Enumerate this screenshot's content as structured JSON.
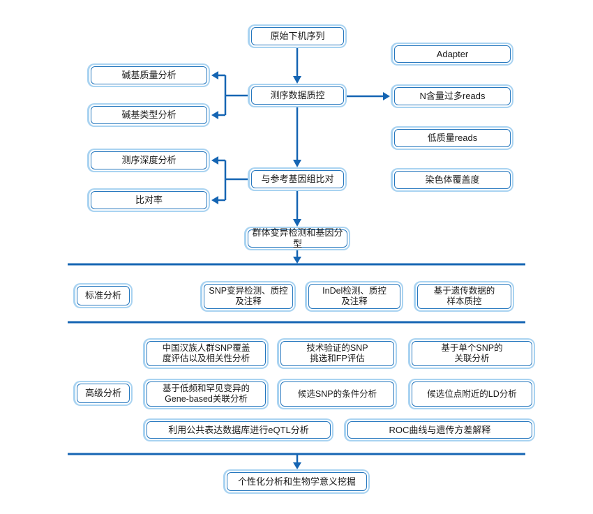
{
  "palette": {
    "line_blue": "#1565b3",
    "box_inner_border": "#2577be",
    "box_outer_border": "#a9d3f1",
    "text": "#1a1a1a"
  },
  "flow": {
    "top": {
      "raw_sequence": "原始下机序列",
      "adapter": "Adapter",
      "base_quality": "碱基质量分析",
      "sequencing_qc": "测序数据质控",
      "n_reads": "N含量过多reads",
      "base_type": "碱基类型分析",
      "low_quality_reads": "低质量reads",
      "depth_analysis": "测序深度分析",
      "align_reference": "与参考基因组比对",
      "chromosome_coverage": "染色体覆盖度",
      "mapping_rate": "比对率",
      "variant_genotyping": "群体变异检测和基因分型"
    },
    "standard": {
      "label": "标准分析",
      "items": [
        "SNP变异检测、质控\n及注释",
        "InDel检测、质控\n及注释",
        "基于遗传数据的\n样本质控"
      ]
    },
    "advanced": {
      "label": "高级分析",
      "items": [
        "中国汉族人群SNP覆盖\n度评估以及相关性分析",
        "技术验证的SNP\n挑选和FP评估",
        "基于单个SNP的\n关联分析",
        "基于低频和罕见变异的\nGene-based关联分析",
        "候选SNP的条件分析",
        "候选位点附近的LD分析",
        "利用公共表达数据库进行eQTL分析",
        "ROC曲线与遗传方差解释"
      ]
    },
    "final_step": "个性化分析和生物学意义挖掘"
  }
}
